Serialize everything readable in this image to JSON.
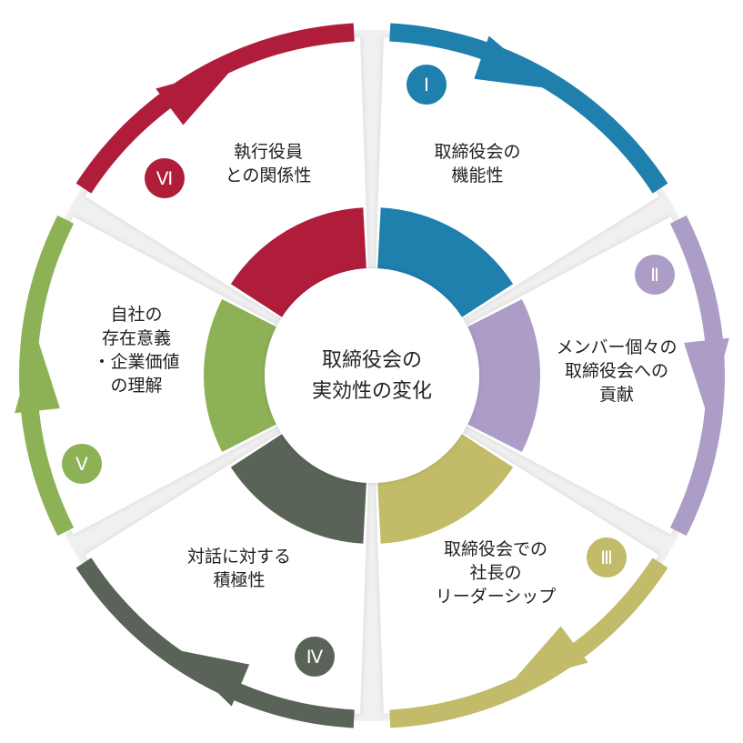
{
  "center": {
    "lines": [
      "取締役会の",
      "実効性の変化"
    ]
  },
  "segments": [
    {
      "numeral": "Ⅰ",
      "lines": [
        "取締役会の",
        "機能性"
      ],
      "color": "#1f7fad"
    },
    {
      "numeral": "Ⅱ",
      "lines": [
        "メンバー個々の",
        "取締役会への",
        "貢献"
      ],
      "color": "#ab9dc6"
    },
    {
      "numeral": "Ⅲ",
      "lines": [
        "取締役会での",
        "社長の",
        "リーダーシップ"
      ],
      "color": "#c2bb6a"
    },
    {
      "numeral": "Ⅳ",
      "lines": [
        "対話に対する",
        "積極性"
      ],
      "color": "#5a6357"
    },
    {
      "numeral": "Ⅴ",
      "lines": [
        "自社の",
        "存在意義",
        "・企業価値",
        "の理解"
      ],
      "color": "#8db256"
    },
    {
      "numeral": "Ⅵ",
      "lines": [
        "執行役員",
        "との関係性"
      ],
      "color": "#b01d3b"
    }
  ]
}
